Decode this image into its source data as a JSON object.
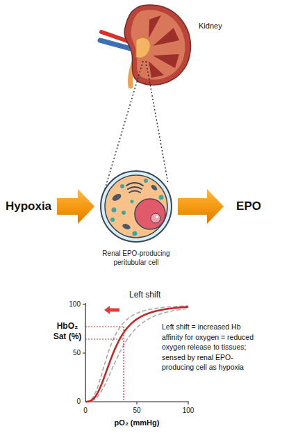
{
  "diagram": {
    "nodes": [
      {
        "text": [
          "Hypoxia"
        ]
      },
      {
        "text": [
          "Renal EPO-producing peritubular cell"
        ]
      },
      {
        "text": [
          "EPO"
        ]
      }
    ],
    "edges": [
      {
        "from": 0,
        "to": 1,
        "arrow": "to"
      },
      {
        "from": 1,
        "to": 2,
        "arrow": "to"
      }
    ],
    "labels": [
      "Kidney",
      "Left shift",
      "HbO₂ Sat (%)",
      "100",
      "50",
      "0",
      "0",
      "50",
      "100",
      "pO₂ (mmHg)",
      "Left shift = increased Hb affinity for oxygen = reduced oxygen release to tissues; sensed by renal EPO-producing cell as hypoxia"
    ]
  }
}
